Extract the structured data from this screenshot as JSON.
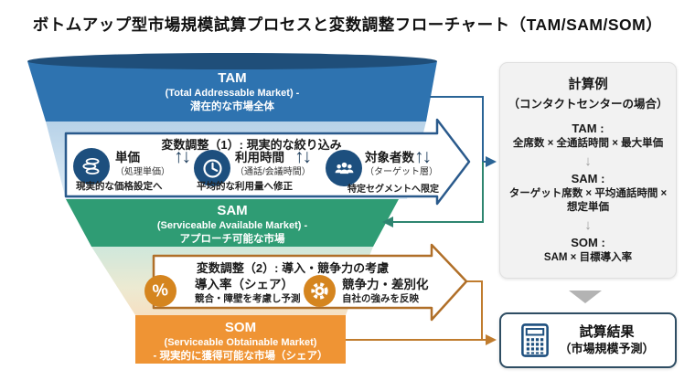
{
  "title": "ボトムアップ型市場規模試算プロセスと変数調整フローチャート（TAM/SAM/SOM）",
  "funnel": {
    "tam": {
      "label": "TAM",
      "sub": "(Total Addressable Market) -",
      "desc": "潜在的な市場全体"
    },
    "sam": {
      "label": "SAM",
      "sub": "(Serviceable Available Market) -",
      "desc": "アプローチ可能な市場"
    },
    "som": {
      "label": "SOM",
      "sub": "(Serviceable Obtainable Market)",
      "desc": "- 現実的に獲得可能な市場（シェア）"
    }
  },
  "adjustment1": {
    "title": "変数調整（1）: 現実的な絞り込み",
    "items": [
      {
        "icon": "coins-icon",
        "label": "単価",
        "sub": "（処理単価）",
        "note": "現実的な価格設定へ",
        "arrows": "↑↓"
      },
      {
        "icon": "clock-icon",
        "label": "利用時間",
        "sub": "（通話/会議時間）",
        "note": "平均的な利用量へ修正",
        "arrows": "↑↓"
      },
      {
        "icon": "people-icon",
        "label": "対象者数",
        "sub": "（ターゲット層）",
        "note": "特定セグメントへ限定",
        "arrows": "↑↓"
      }
    ]
  },
  "adjustment2": {
    "title": "変数調整（2）: 導入・競争力の考慮",
    "items": [
      {
        "icon": "percent-icon",
        "label": "導入率（シェア）",
        "note": "競合・障壁を考慮し予測",
        "glyph": "%"
      },
      {
        "icon": "gear-icon",
        "label": "競争力・差別化",
        "note": "自社の強みを反映"
      }
    ]
  },
  "calc_panel": {
    "title": "計算例",
    "subtitle": "（コンタクトセンターの場合）",
    "arrow": "↓",
    "steps": [
      {
        "label": "TAM :",
        "formula": "全席数 × 全通話時間 × 最大単価"
      },
      {
        "label": "SAM :",
        "formula": "ターゲット席数 × 平均通話時間 × 想定単価"
      },
      {
        "label": "SOM :",
        "formula": "SAM × 目標導入率"
      }
    ]
  },
  "result_box": {
    "label": "試算結果",
    "sub": "（市場規模予測）"
  },
  "colors": {
    "tam_fill": "#2e73b0",
    "tam_ellipse": "#1f4e79",
    "sam_fill": "#2f9c74",
    "som_fill": "#ef9434",
    "adjustment1_border": "#2a5a8c",
    "adjustment2_border": "#b06f28",
    "connector_blue": "#2a6496",
    "connector_green": "#2e8570",
    "connector_orange": "#c07c2e",
    "panel_bg": "#f2f2f2",
    "icon_navy": "#1d4f7e",
    "icon_orange": "#d5851f",
    "gray_arrow": "#b3b3b3"
  }
}
